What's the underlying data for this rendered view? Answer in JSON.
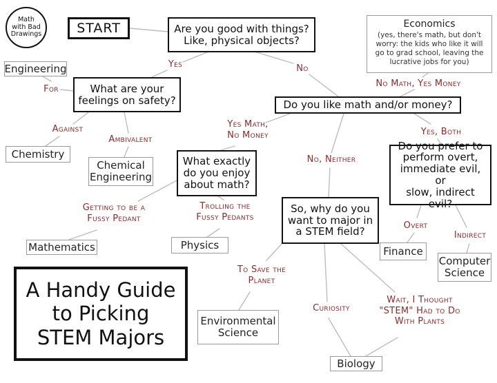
{
  "logo": {
    "text": "Math\nwith Bad\nDrawings"
  },
  "title_box": {
    "text": "A Handy Guide\nto Picking\nSTEM Majors"
  },
  "start": {
    "label": "START"
  },
  "questions": {
    "good_with_things": "Are you good with things?\nLike, physical objects?",
    "safety": "What are your\nfeelings on safety?",
    "math_money": "Do you like math and/or money?",
    "enjoy_math": "What exactly\ndo you enjoy\nabout math?",
    "why_stem": "So, why do you\nwant to major in\na STEM field?",
    "evil": "Do you prefer to\nperform overt,\nimmediate evil, or\nslow, indirect evil?"
  },
  "majors": {
    "engineering": "Engineering",
    "chemistry": "Chemistry",
    "chemical_engineering": "Chemical\nEngineering",
    "mathematics": "Mathematics",
    "physics": "Physics",
    "environmental_science": "Environmental\nScience",
    "biology": "Biology",
    "finance": "Finance",
    "computer_science": "Computer\nScience",
    "economics": "Economics",
    "economics_note": "(yes, there's math, but don't\nworry: the kids who like it will\ngo to grad school, leaving the\nlucrative jobs for you)"
  },
  "labels": {
    "yes": "Yes",
    "no": "No",
    "for": "For",
    "against": "Against",
    "ambivalent": "Ambivalent",
    "yes_math_no_money": "Yes Math,\nNo Money",
    "no_math_yes_money": "No Math, Yes Money",
    "yes_both": "Yes, Both",
    "no_neither": "No, Neither",
    "fussy_pedant": "Getting to be a\nFussy Pedant",
    "trolling": "Trolling the\nFussy Pedants",
    "save_planet": "To Save the\nPlanet",
    "curiosity": "Curiosity",
    "plants": "Wait, I Thought\n\"STEM\" Had to Do\nWith Plants",
    "overt": "Overt",
    "indirect": "Indirect"
  }
}
